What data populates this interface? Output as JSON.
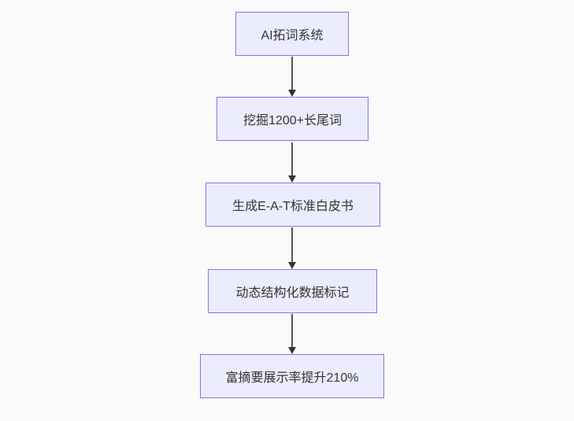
{
  "diagram": {
    "type": "flowchart",
    "direction": "top-down",
    "nodes": [
      {
        "id": "n1",
        "label": "AI拓词系统"
      },
      {
        "id": "n2",
        "label": "挖掘1200+长尾词"
      },
      {
        "id": "n3",
        "label": "生成E-A-T标准白皮书"
      },
      {
        "id": "n4",
        "label": "动态结构化数据标记"
      },
      {
        "id": "n5",
        "label": "富摘要展示率提升210%"
      }
    ],
    "edges": [
      {
        "from": "n1",
        "to": "n2"
      },
      {
        "from": "n2",
        "to": "n3"
      },
      {
        "from": "n3",
        "to": "n4"
      },
      {
        "from": "n4",
        "to": "n5"
      }
    ],
    "colors": {
      "node_fill": "#ECECFF",
      "node_border": "#9370DB",
      "edge_line": "#555555",
      "arrow_head": "#333333",
      "text": "#333333",
      "background": "#FAFAFA"
    }
  }
}
